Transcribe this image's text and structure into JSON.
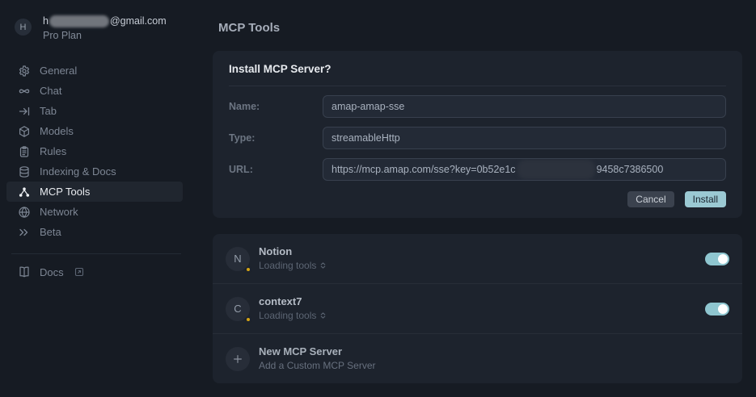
{
  "colors": {
    "accent_teal": "#9bc9d3",
    "toggle_on": "#8fc6d0",
    "status_loading_yellow": "#d5a415",
    "background": "#161b23",
    "card": "#1d232d"
  },
  "sidebar": {
    "user": {
      "avatar_letter": "H",
      "email_prefix": "h",
      "email_suffix": "@gmail.com",
      "email_redacted": true,
      "plan": "Pro Plan"
    },
    "items": [
      {
        "label": "General",
        "icon": "gear-icon"
      },
      {
        "label": "Chat",
        "icon": "infinity-icon"
      },
      {
        "label": "Tab",
        "icon": "arrow-to-bar-icon"
      },
      {
        "label": "Models",
        "icon": "cube-icon"
      },
      {
        "label": "Rules",
        "icon": "clipboard-icon"
      },
      {
        "label": "Indexing & Docs",
        "icon": "database-icon"
      },
      {
        "label": "MCP Tools",
        "icon": "node-graph-icon",
        "active": true
      },
      {
        "label": "Network",
        "icon": "globe-icon"
      },
      {
        "label": "Beta",
        "icon": "chevrons-right-icon"
      }
    ],
    "docs_label": "Docs"
  },
  "main": {
    "page_title": "MCP Tools",
    "install_dialog": {
      "title": "Install MCP Server?",
      "name_label": "Name:",
      "name_value": "amap-amap-sse",
      "type_label": "Type:",
      "type_value": "streamableHttp",
      "url_label": "URL:",
      "url_value_start": "https://mcp.amap.com/sse?key=0b52e1c",
      "url_value_end": "9458c7386500",
      "url_key_redacted": true,
      "cancel_label": "Cancel",
      "install_label": "Install"
    },
    "servers": [
      {
        "avatar_letter": "N",
        "name": "Notion",
        "status": "Loading tools",
        "enabled": true
      },
      {
        "avatar_letter": "C",
        "name": "context7",
        "status": "Loading tools",
        "enabled": true
      }
    ],
    "new_server": {
      "title": "New MCP Server",
      "subtitle": "Add a Custom MCP Server"
    }
  }
}
